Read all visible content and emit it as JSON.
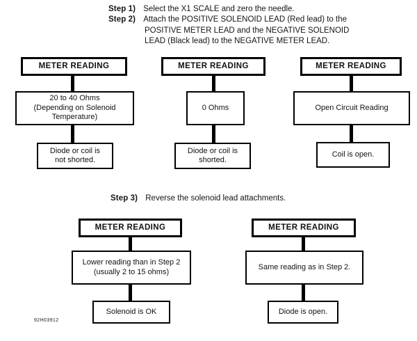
{
  "figure": {
    "id_code": "92H03912"
  },
  "instructions": [
    {
      "label": "Step 1)",
      "lines": [
        "Select the X1 SCALE and zero the needle."
      ]
    },
    {
      "label": "Step 2)",
      "lines": [
        "Attach the POSITIVE SOLENOID LEAD (Red lead) to the",
        "POSITIVE METER LEAD and the NEGATIVE SOLENOID",
        "LEAD (Black lead) to the NEGATIVE METER LEAD."
      ]
    }
  ],
  "step3": {
    "label": "Step 3)",
    "text": "Reverse the solenoid lead attachments."
  },
  "row1": {
    "columns": [
      {
        "header": "METER READING",
        "reading": "20 to 40 Ohms\n(Depending on Solenoid\nTemperature)",
        "result": "Diode or coil is\nnot shorted."
      },
      {
        "header": "METER READING",
        "reading": "0 Ohms",
        "result": "Diode or coil is\nshorted."
      },
      {
        "header": "METER READING",
        "reading": "Open Circuit Reading",
        "result": "Coil is open."
      }
    ]
  },
  "row2": {
    "columns": [
      {
        "header": "METER READING",
        "reading": "Lower reading than in Step 2\n(usually 2 to 15 ohms)",
        "result": "Solenoid is OK"
      },
      {
        "header": "METER READING",
        "reading": "Same reading as in Step 2.",
        "result": "Diode is open."
      }
    ]
  }
}
